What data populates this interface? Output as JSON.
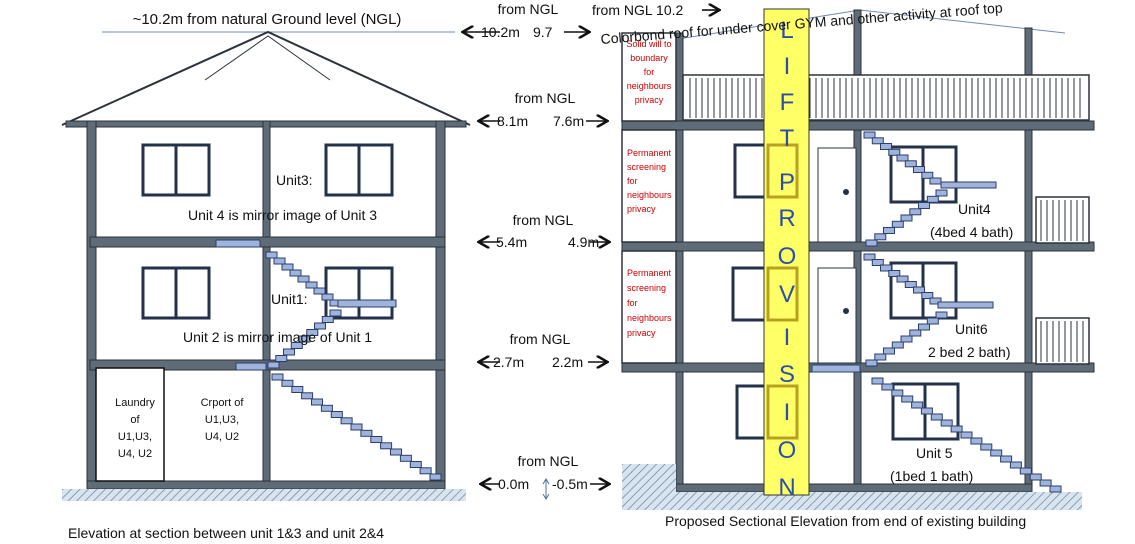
{
  "left": {
    "top_level_note": "~10.2m from natural Ground level (NGL)",
    "unit3_label": "Unit3:",
    "unit3_mirror": "Unit 4 is mirror image of Unit 3",
    "unit1_label": "Unit1:",
    "unit1_mirror": "Unit 2 is mirror image of Unit 1",
    "laundry": [
      "Laundry",
      "of",
      "U1,U3,",
      "U4, U2"
    ],
    "carport": [
      "Crport of",
      "U1,U3,",
      "U4, U2"
    ],
    "caption": "Elevation at section between unit 1&3 and unit 2&4"
  },
  "levels": [
    {
      "label": "from NGL",
      "left": "10.2m",
      "right": "9.7"
    },
    {
      "label": "from NGL",
      "left": "8.1m",
      "right": "7.6m"
    },
    {
      "label": "from NGL",
      "left": "5.4m",
      "right": "4.9m"
    },
    {
      "label": "from NGL",
      "left": "2.7m",
      "right": "2.2m"
    },
    {
      "label": "from NGL",
      "left": "0.0m",
      "right": "-0.5m"
    }
  ],
  "right": {
    "top_label": "from NGL 10.2",
    "roof_note": "Colorbond roof for under cover GYM and other activity at roof top",
    "solid_wall": [
      "Solid will to",
      "boundary",
      "for",
      "neighbours",
      "privacy"
    ],
    "screening_1": [
      "Permanent",
      "screening",
      "for",
      "neighbours",
      "privacy"
    ],
    "screening_2": [
      "Permanent",
      "screening",
      "for",
      "neighbours",
      "privacy"
    ],
    "lift_letters": [
      "L",
      "I",
      "F",
      "T",
      "P",
      "R",
      "O",
      "V",
      "I",
      "S",
      "I",
      "O",
      "N"
    ],
    "unit4": "Unit4",
    "unit4_desc": "(4bed 4 bath)",
    "unit6": "Unit6",
    "unit6_desc": "2 bed 2 bath)",
    "unit5": "Unit 5",
    "unit5_desc": "(1bed 1 bath)",
    "caption": "Proposed Sectional Elevation from end of existing building"
  },
  "colors": {
    "structure": "#5f6b77",
    "stair": "#9fb3dc",
    "lift": "#ffff66",
    "red_text": "#cc0000"
  }
}
